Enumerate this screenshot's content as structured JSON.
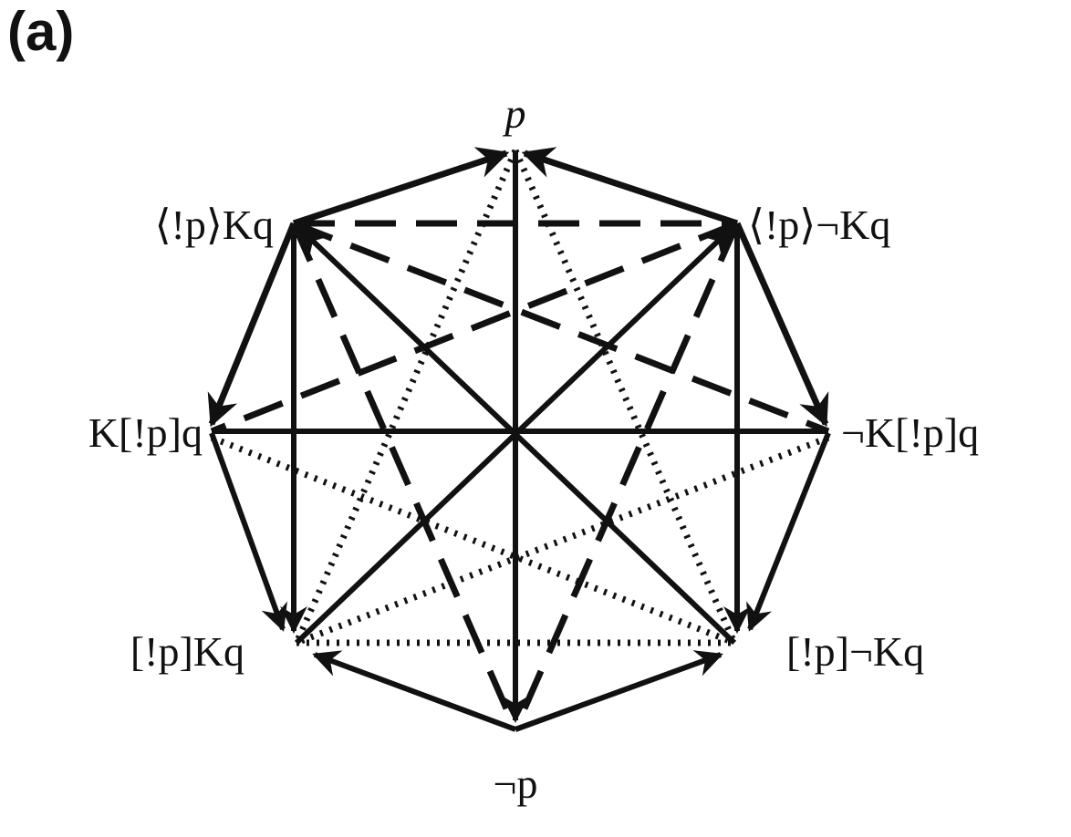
{
  "panel_label": "(a)",
  "nodes": {
    "p": "p",
    "dia_p_Kq": "⟨!p⟩Kq",
    "dia_p_notKq": "⟨!p⟩¬Kq",
    "K_box_p_q": "K[!p]q",
    "notK_box_p_q": "¬K[!p]q",
    "box_p_Kq": "[!p]Kq",
    "box_p_notKq": "[!p]¬Kq",
    "not_p": "¬p"
  }
}
